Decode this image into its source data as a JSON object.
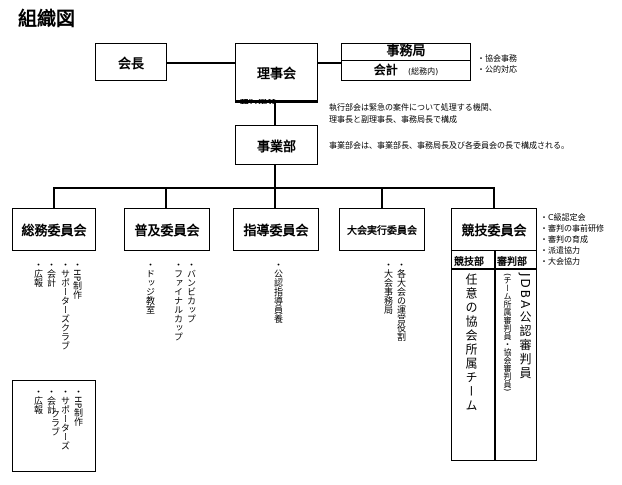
{
  "title": "組織図",
  "boxes": {
    "chairman": "会長",
    "board": "理事会",
    "secretariat": "事務局",
    "accounting": "会計",
    "accounting_sub": "(総務内)",
    "overlap_text": "執行部会",
    "exec": "事業部"
  },
  "notes": {
    "secretariat_tasks": [
      "・協会事務",
      "・公的対応"
    ],
    "board_desc_1": "執行部会は緊急の案件について処理する機関、",
    "board_desc_2": "理事長と副理事長、事務局長で構成",
    "exec_desc": "事業部会は、事業部長、事務局長及び各委員会の長で構成される。"
  },
  "committees": {
    "soumu": "総務委員会",
    "fukyu": "普及委員会",
    "shido": "指導委員会",
    "taikai": "大会実行委員会",
    "kyogi": "競技委員会"
  },
  "kyogi_tasks": [
    "・C級認定会",
    "・審判の事前研修",
    "・審判の育成",
    "・派遣協力",
    "・大会協力"
  ],
  "kyogi_sub": {
    "kyogibu": "競技部",
    "shinpanbu": "審判部",
    "kyogibu_text": "任意の協会所属チーム",
    "shinpanbu_text": "JDBA公認審判員",
    "shinpanbu_sub": "(チーム所属審判員・協会審判員)"
  },
  "lists": {
    "soumu": [
      "・広報",
      "・会計",
      "・HP制作",
      "・サポーターズクラブ"
    ],
    "soumu_lower": [
      "・広報",
      "・会計",
      "・HP制作",
      "・サポーターズ",
      "クラブ"
    ],
    "fukyu": [
      "・ドッジ教室",
      "・バンビカップ",
      "・ファイナルカップ"
    ],
    "shido": [
      "・公認指導員養"
    ],
    "taikai": [
      "・大会事務局",
      "・各大会の運営役割"
    ]
  }
}
